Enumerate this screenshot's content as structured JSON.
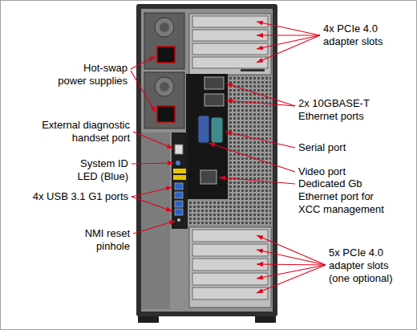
{
  "diagram": {
    "labels": [
      "4x PCIe 4.0 adapter slots",
      "Hot-swap power supplies",
      "2x 10GBASE-T Ethernet ports",
      "External diagnostic handset port",
      "Serial port",
      "System ID LED (Blue)",
      "Video port",
      "4x USB 3.1 G1 ports",
      "Dedicated Gb Ethernet port for XCC management",
      "NMI reset pinhole",
      "5x PCIe 4.0 adapter slots (one optional)"
    ]
  }
}
